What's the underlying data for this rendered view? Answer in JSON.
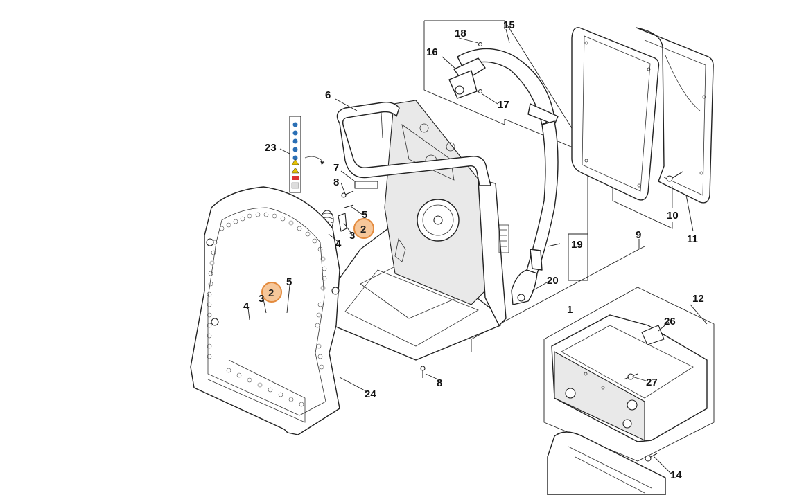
{
  "diagram": {
    "labels": {
      "l1": "1",
      "l2a": "2",
      "l2b": "2",
      "l3a": "3",
      "l3b": "3",
      "l4a": "4",
      "l4b": "4",
      "l5a": "5",
      "l5b": "5",
      "l6": "6",
      "l7": "7",
      "l8a": "8",
      "l8b": "8",
      "l9": "9",
      "l10": "10",
      "l11": "11",
      "l12": "12",
      "l14": "14",
      "l15": "15",
      "l16": "16",
      "l17": "17",
      "l18": "18",
      "l19": "19",
      "l20": "20",
      "l23": "23",
      "l24": "24",
      "l26": "26",
      "l27": "27"
    },
    "highlight_color": "#f6c79a",
    "highlighted_part": "2"
  }
}
